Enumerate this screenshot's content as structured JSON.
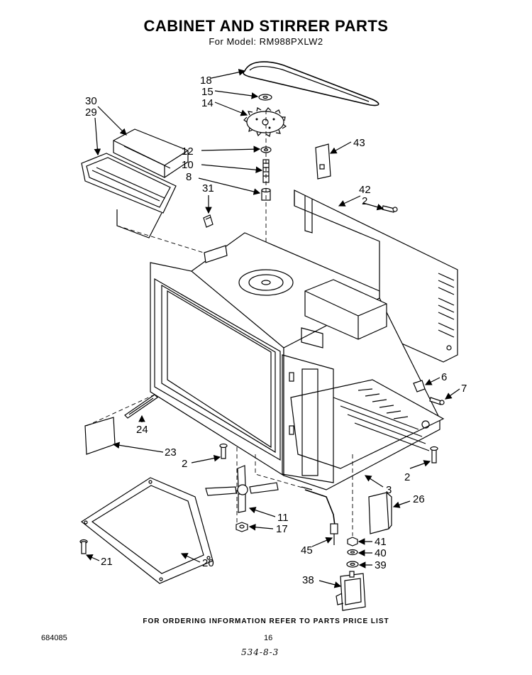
{
  "title": "CABINET AND STIRRER PARTS",
  "subtitle": "For Model: RM988PXLW2",
  "footer": "FOR ORDERING INFORMATION REFER TO PARTS PRICE LIST",
  "doc_number": "684085",
  "page_number": "16",
  "handwritten_note": "534-8-3",
  "callouts": {
    "c18": "18",
    "c15": "15",
    "c14": "14",
    "c30": "30",
    "c29": "29",
    "c12": "12",
    "c10": "10",
    "c8": "8",
    "c31": "31",
    "c43": "43",
    "c42": "42",
    "c2a": "2",
    "c6": "6",
    "c7": "7",
    "c24": "24",
    "c23": "23",
    "c2b": "2",
    "c2c": "2",
    "c3": "3",
    "c26": "26",
    "c11": "11",
    "c17": "17",
    "c41": "41",
    "c40": "40",
    "c39": "39",
    "c45": "45",
    "c38": "38",
    "c21": "21",
    "c20": "20"
  }
}
